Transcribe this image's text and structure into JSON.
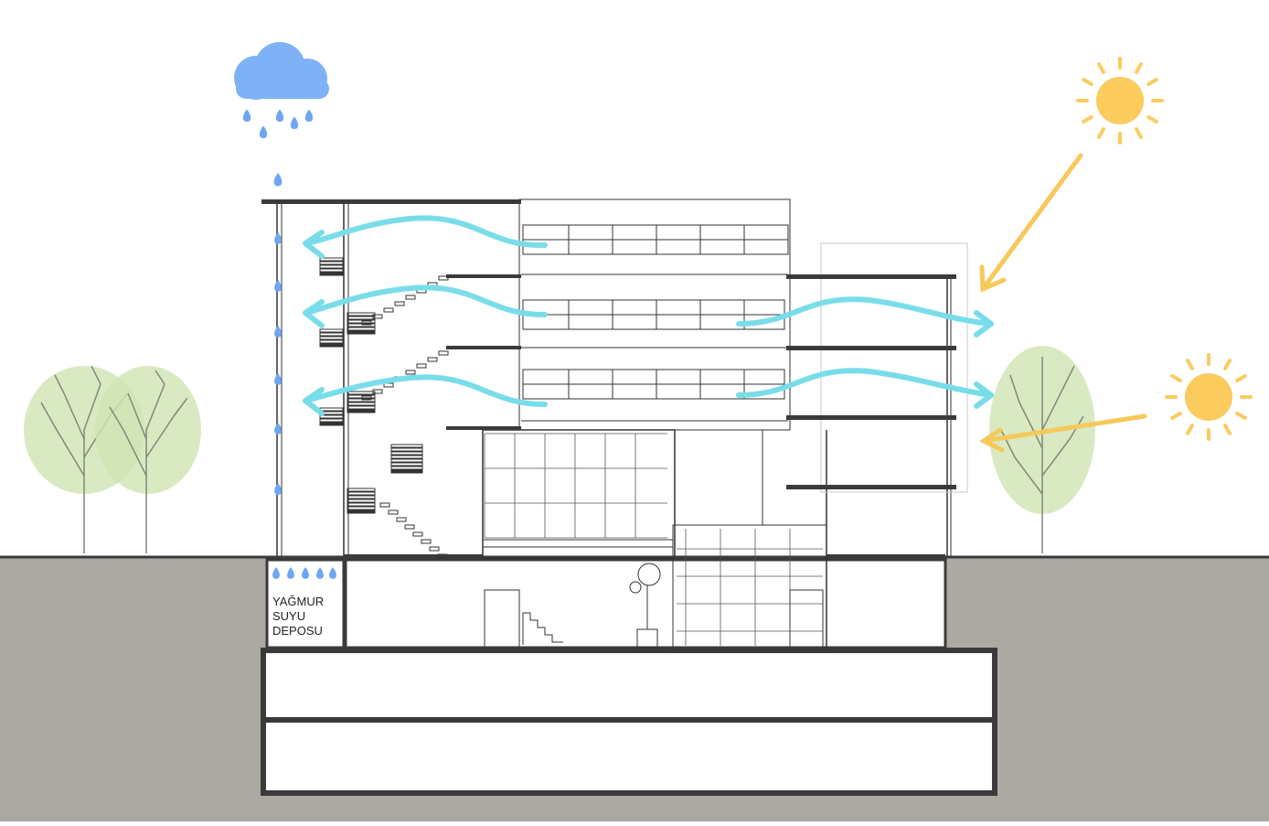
{
  "diagram": {
    "tank_label_lines": [
      "YAĞMUR",
      "SUYU",
      "DEPOSU"
    ]
  },
  "colors": {
    "ground": "#aca9a3",
    "sky": "#ffffff",
    "slab": "#3a3a3a",
    "line": "#333333",
    "rain": "#6ea6f2",
    "cloud": "#7eb1f6",
    "wind": "#79dde9",
    "sun": "#fbcb5e",
    "sun_ray_arrow": "#f6c95a",
    "tree_fill": "#cfe4b3",
    "tree_line": "#7e8a78"
  },
  "icons": {
    "cloud": "rain-cloud-icon",
    "sun": "sun-icon",
    "drop": "water-drop-icon",
    "tree": "tree-icon"
  }
}
